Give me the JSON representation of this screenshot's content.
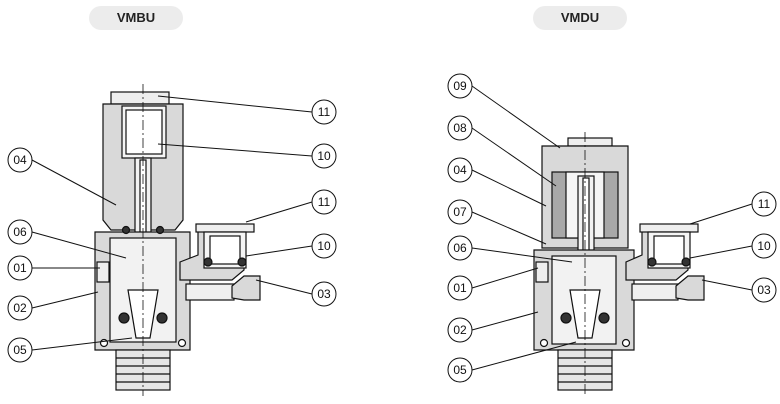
{
  "titles": {
    "left": "VMBU",
    "right": "VMDU"
  },
  "callouts_left": {
    "c04": "04",
    "c06": "06",
    "c01": "01",
    "c02": "02",
    "c05": "05",
    "c11a": "11",
    "c10a": "10",
    "c11b": "11",
    "c10b": "10",
    "c03": "03"
  },
  "callouts_right": {
    "c09": "09",
    "c08": "08",
    "c04": "04",
    "c07": "07",
    "c06": "06",
    "c01": "01",
    "c02": "02",
    "c05": "05",
    "c11": "11",
    "c10": "10",
    "c03": "03"
  },
  "colors": {
    "body_fill": "#d9d9d9",
    "dark_fill": "#9a9a9a",
    "line": "#111111",
    "pill": "#ececec"
  }
}
